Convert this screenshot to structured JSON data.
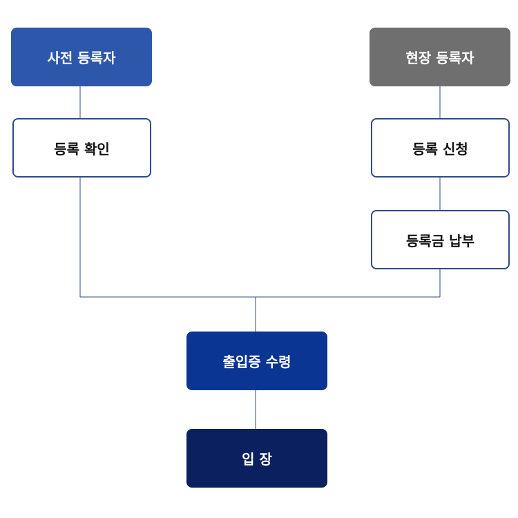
{
  "flow": {
    "pre_registrant": "사전 등록자",
    "onsite_registrant": "현장 등록자",
    "registration_confirm": "등록 확인",
    "registration_apply": "등록 신청",
    "fee_payment": "등록금 납부",
    "badge_pickup": "출입증 수령",
    "entrance": "입 장"
  },
  "colors": {
    "pre_registrant": "#2d57ab",
    "onsite_registrant": "#6f6f6f",
    "box_border": "#2b4a8c",
    "badge_pickup": "#0b3593",
    "entrance": "#0a205f",
    "connector": "#2a4b8d"
  }
}
